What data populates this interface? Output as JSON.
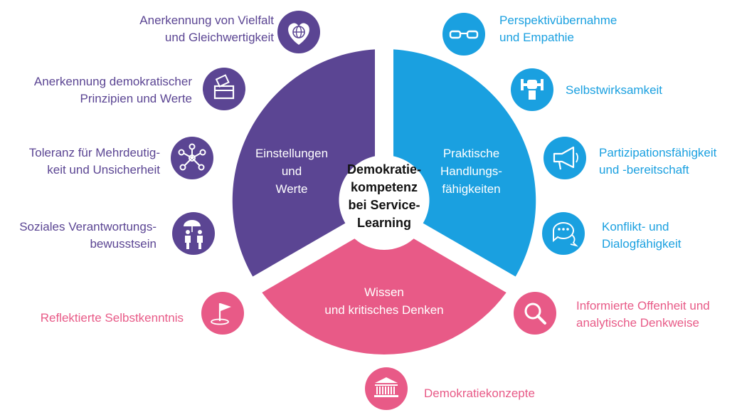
{
  "center_title": "Demokratie-\nkompetenz\nbei Service-\nLearning",
  "colors": {
    "purple": "#5b4593",
    "blue": "#1aa0e0",
    "pink": "#e85a87"
  },
  "segments": {
    "einstellungen": "Einstellungen\nund\nWerte",
    "handlung": "Praktische\nHandlungs-\nfähigkeiten",
    "wissen": "Wissen\nund kritisches Denken"
  },
  "items": {
    "vielfalt": {
      "label": "Anerkennung von Vielfalt\nund Gleichwertigkeit",
      "icon": "heart-globe-icon"
    },
    "prinzipien": {
      "label": "Anerkennung demokratischer\nPrinzipien und Werte",
      "icon": "ballot-box-icon"
    },
    "toleranz": {
      "label": "Toleranz für Mehrdeutig-\nkeit und Unsicherheit",
      "icon": "network-icon"
    },
    "verantwortung": {
      "label": "Soziales Verantwortungs-\nbewusstsein",
      "icon": "umbrella-people-icon"
    },
    "selbstkenntnis": {
      "label": "Reflektierte Selbstkenntnis",
      "icon": "flag-icon"
    },
    "perspektive": {
      "label": "Perspektivübernahme\nund Empathie",
      "icon": "glasses-icon"
    },
    "selbstwirksamkeit": {
      "label": "Selbstwirksamkeit",
      "icon": "fist-dumbbell-icon"
    },
    "partizipation": {
      "label": "Partizipationsfähigkeit\nund -bereitschaft",
      "icon": "megaphone-icon"
    },
    "konflikt": {
      "label": "Konflikt- und\nDialogfähigkeit",
      "icon": "speech-bubbles-icon"
    },
    "offenheit": {
      "label": "Informierte Offenheit und\nanalytische Denkweise",
      "icon": "magnifier-icon"
    },
    "konzepte": {
      "label": "Demokratiekonzepte",
      "icon": "columns-building-icon"
    }
  }
}
